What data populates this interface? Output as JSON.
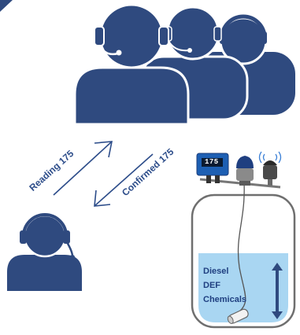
{
  "labels": {
    "reading": "Reading 175",
    "confirmed": "Confirmed 175"
  },
  "tank": {
    "contents": [
      "Diesel",
      "DEF",
      "Chemicals"
    ]
  },
  "display": {
    "value": "175"
  },
  "colors": {
    "navy": "#2f4a7f",
    "liquid": "#a9d6f2",
    "tank_outline": "#6f6f6f",
    "arrow": "#2d4d8a"
  }
}
